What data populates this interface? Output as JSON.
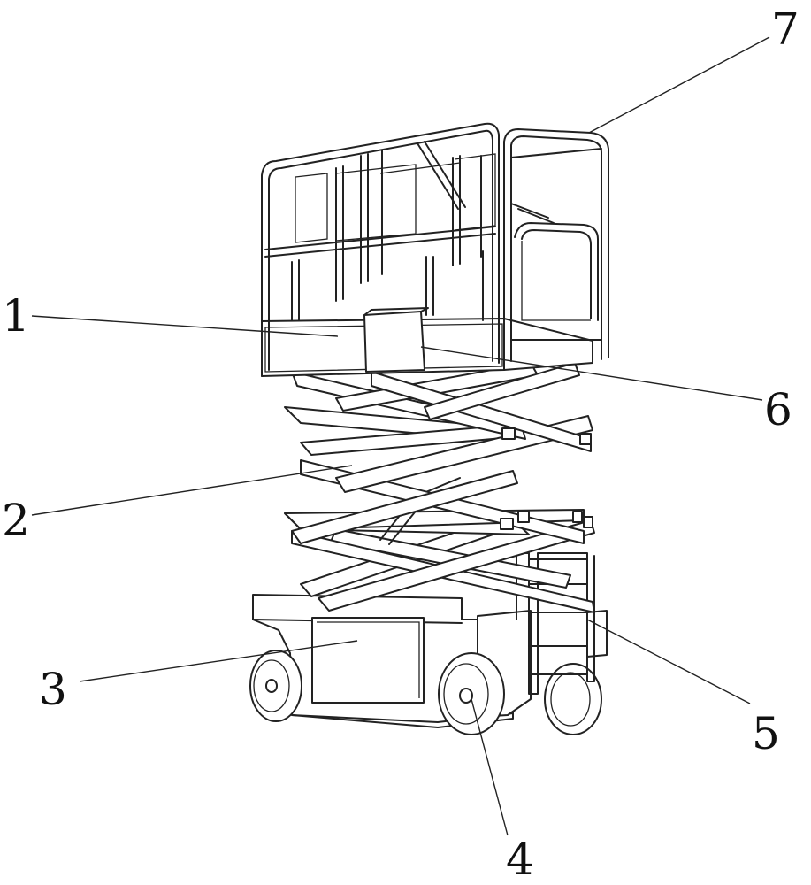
{
  "labels": [
    {
      "id": "1",
      "text": "1",
      "target": "platform-deck"
    },
    {
      "id": "2",
      "text": "2",
      "target": "scissor-arms"
    },
    {
      "id": "3",
      "text": "3",
      "target": "chassis-panel"
    },
    {
      "id": "4",
      "text": "4",
      "target": "wheel"
    },
    {
      "id": "5",
      "text": "5",
      "target": "ladder-frame"
    },
    {
      "id": "6",
      "text": "6",
      "target": "control-box"
    },
    {
      "id": "7",
      "text": "7",
      "target": "guardrail"
    }
  ]
}
